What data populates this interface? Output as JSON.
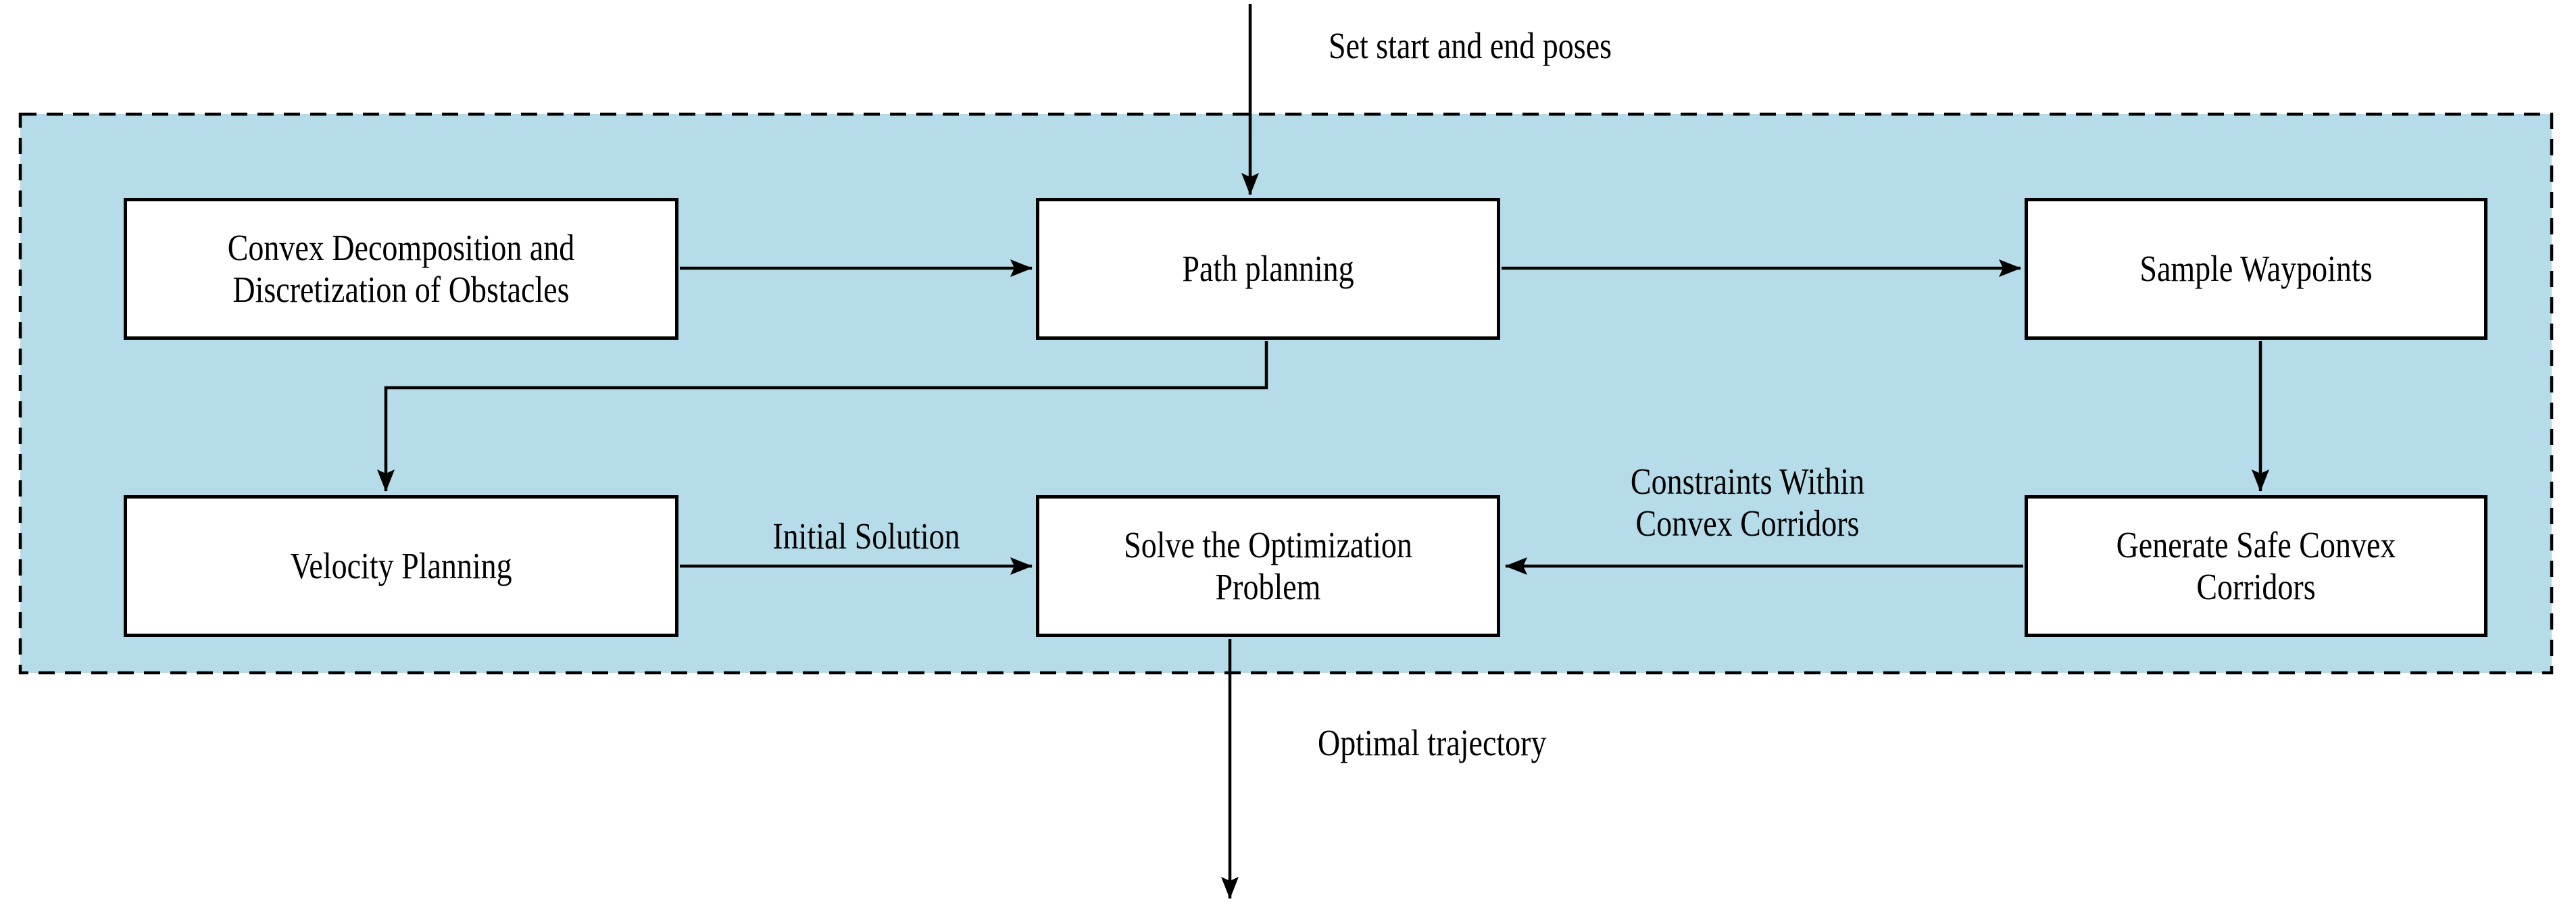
{
  "nodes": {
    "convex_decomposition": {
      "lines": [
        "Convex Decomposition and",
        "Discretization of Obstacles"
      ]
    },
    "path_planning": {
      "lines": [
        "Path planning"
      ]
    },
    "sample_waypoints": {
      "lines": [
        "Sample Waypoints"
      ]
    },
    "velocity_planning": {
      "lines": [
        "Velocity Planning"
      ]
    },
    "solve_optimization": {
      "lines": [
        "Solve the Optimization",
        "Problem"
      ]
    },
    "generate_corridors": {
      "lines": [
        "Generate Safe Convex",
        "Corridors"
      ]
    }
  },
  "edge_labels": {
    "set_poses": "Set start and end poses",
    "initial_solution": "Initial Solution",
    "constraints_line1": "Constraints Within",
    "constraints_line2": "Convex Corridors",
    "optimal_trajectory": "Optimal trajectory"
  },
  "colors": {
    "container_fill": "#b5dce8",
    "node_fill": "#ffffff",
    "line": "#000000"
  }
}
